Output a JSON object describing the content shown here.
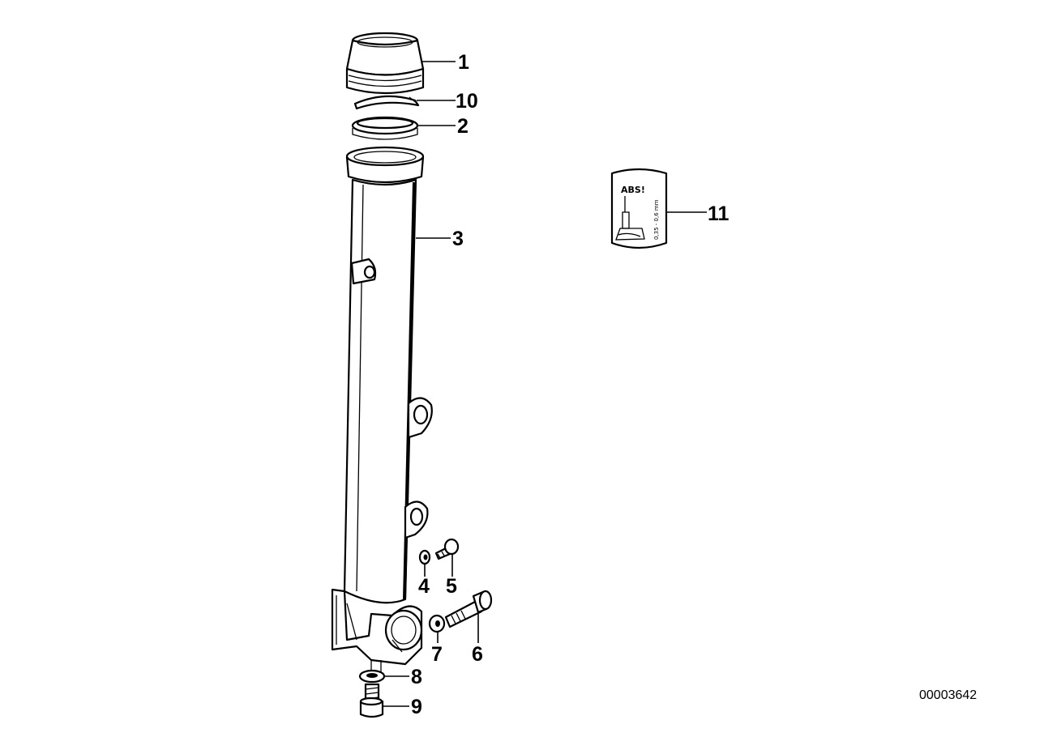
{
  "diagram": {
    "document_number": "00003642",
    "callouts": [
      {
        "id": "1",
        "label": "1"
      },
      {
        "id": "10",
        "label": "10"
      },
      {
        "id": "2",
        "label": "2"
      },
      {
        "id": "3",
        "label": "3"
      },
      {
        "id": "11",
        "label": "11"
      },
      {
        "id": "4",
        "label": "4"
      },
      {
        "id": "5",
        "label": "5"
      },
      {
        "id": "6",
        "label": "6"
      },
      {
        "id": "7",
        "label": "7"
      },
      {
        "id": "8",
        "label": "8"
      },
      {
        "id": "9",
        "label": "9"
      }
    ],
    "label_sticker": {
      "warning_text": "ABS!",
      "gap_text": "0,35 - 0,6 mm"
    }
  }
}
